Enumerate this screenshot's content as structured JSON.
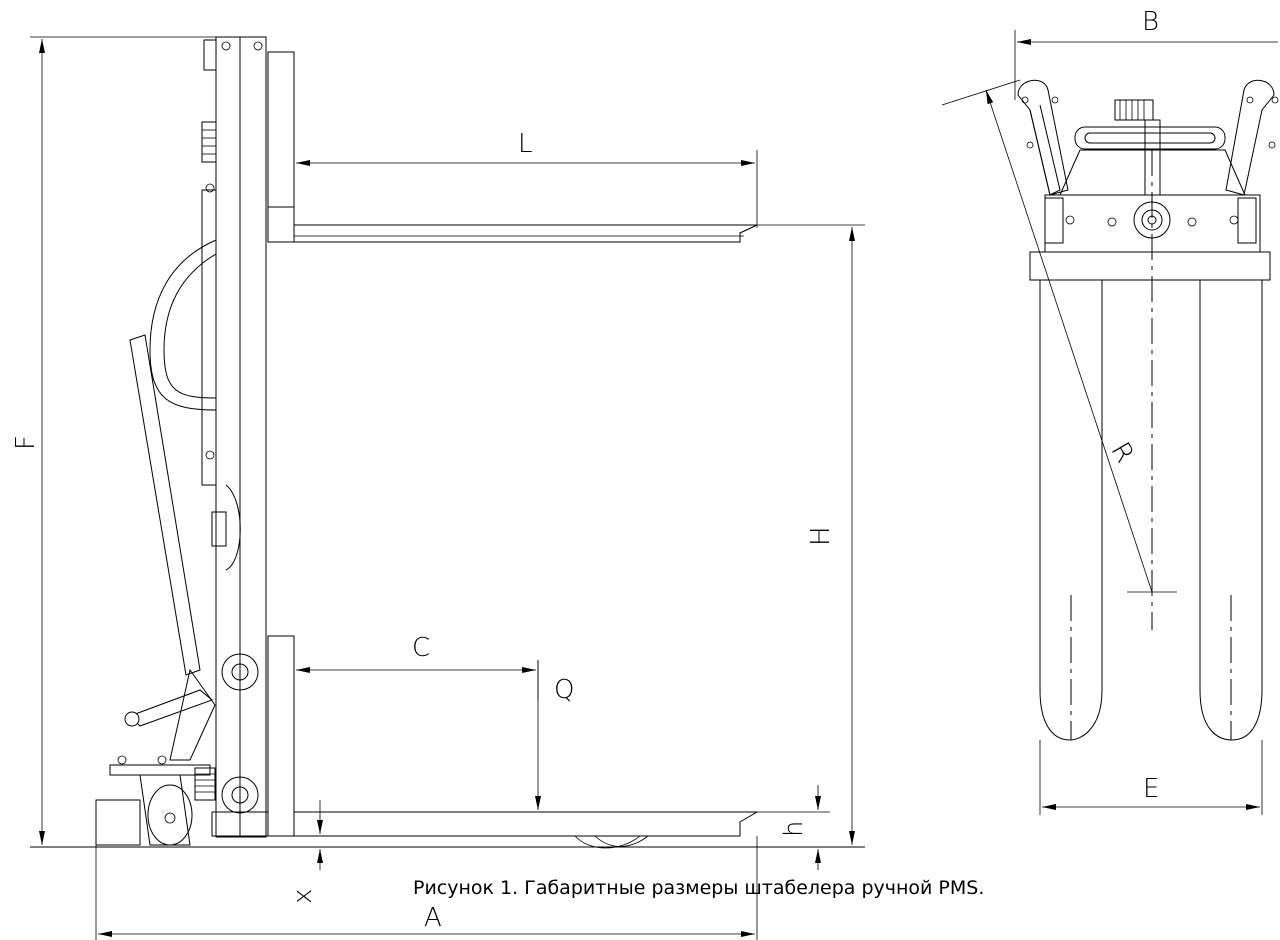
{
  "labels": {
    "B": "B",
    "L": "L",
    "F": "F",
    "H": "H",
    "R": "R",
    "C": "C",
    "Q": "Q",
    "E": "E",
    "h": "h",
    "x": "x",
    "A": "A"
  },
  "caption": "Рисунок 1. Габаритные размеры штабелера ручной PMS."
}
